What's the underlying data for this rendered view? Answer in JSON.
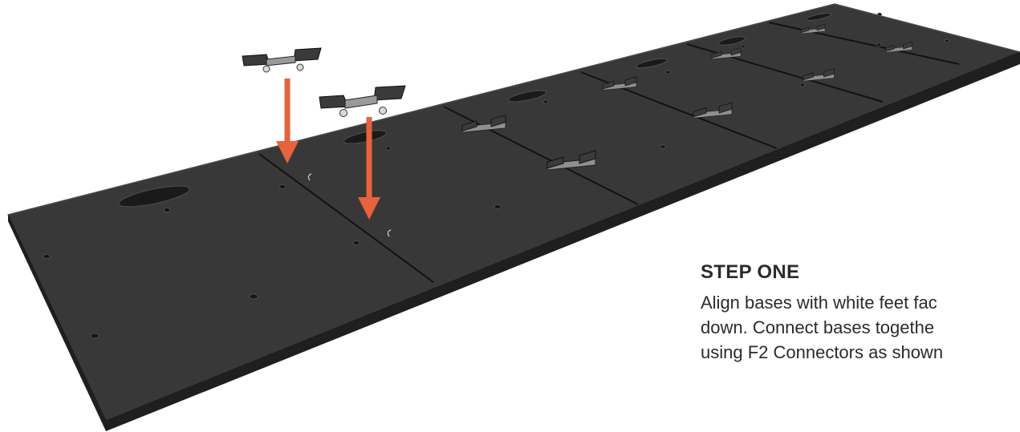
{
  "step": {
    "title": "STEP ONE",
    "lines": [
      "Align bases with white feet fac",
      "down. Connect bases togethe",
      "using F2 Connectors as shown"
    ]
  },
  "colors": {
    "base_top": "#383838",
    "base_edge": "#1f1f1f",
    "seam": "#121212",
    "hole": "#151515",
    "slot": "#1a1a1a",
    "connector": "#3b3b3b",
    "connector_plate": "#9a9a9a",
    "arrow": "#e8623a",
    "caption_text": "#2b2b2b"
  },
  "icons": [
    "f2-connector-icon",
    "down-arrow-icon"
  ]
}
